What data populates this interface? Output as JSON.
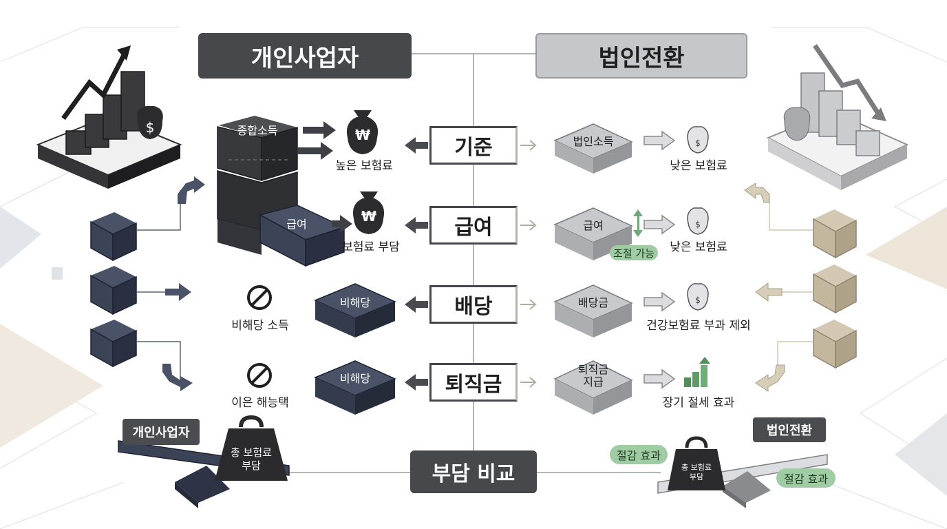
{
  "header": {
    "left_title": "개인사업자",
    "right_title": "법인전환"
  },
  "left": {
    "block_top": "종합소득",
    "block_salary": "급여",
    "outcome_high": "높은 보험료",
    "outcome_burden": "보험료 부담",
    "dividend_block": "비해당",
    "dividend_outcome": "비해당 소득",
    "retirement_block": "비해당",
    "retirement_outcome": "이은 해능택",
    "money_symbol": "₩"
  },
  "center": {
    "categories": [
      "기준",
      "급여",
      "배당",
      "퇴직금"
    ],
    "bottom_title": "부담 비교"
  },
  "right": {
    "blocks": [
      "법인소득",
      "급여",
      "배당금",
      "퇴직금\n지급"
    ],
    "outcomes": [
      "낮은 보험료",
      "낮은 보험료",
      "건강보험료 부과 제외",
      "장기 절세 효과"
    ],
    "adjust_badge": "조절 가능",
    "money_symbol": "$"
  },
  "scale": {
    "left_label": "개인사업자",
    "left_weight": "총 보험료\n부담",
    "right_label": "법인전환",
    "right_weight": "총 보험료\n부담",
    "savings_badges": [
      "절감 효과",
      "절감 효과"
    ]
  },
  "colors": {
    "dark": "#47484b",
    "navy": "#3b4356",
    "light_gray": "#c6c7cb",
    "beige": "#c8bca3",
    "green": "#9fcca2"
  }
}
